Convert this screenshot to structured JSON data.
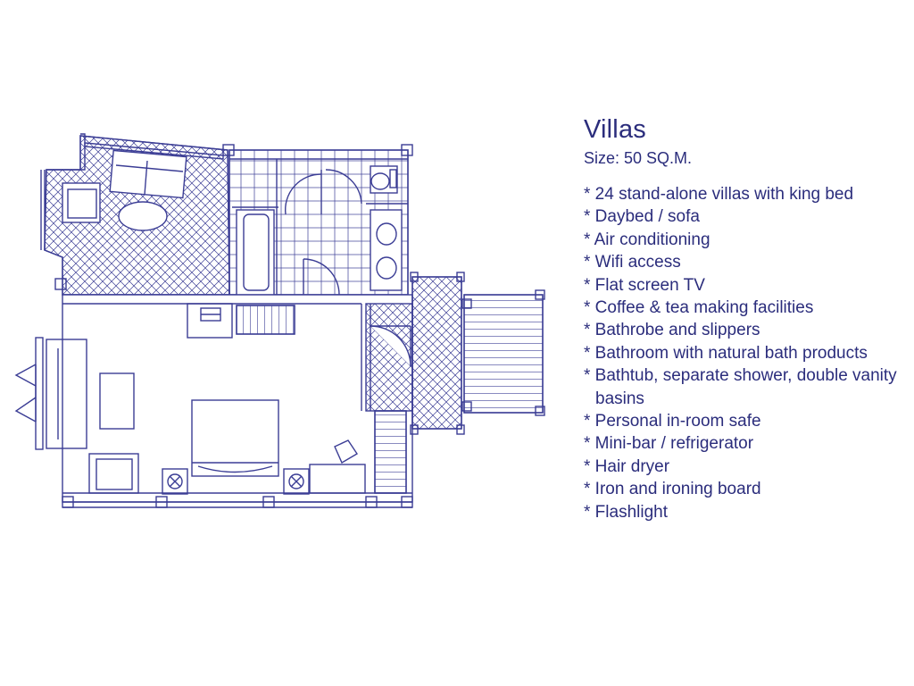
{
  "villa": {
    "title": "Villas",
    "size": "Size: 50 SQ.M.",
    "features": [
      "* 24 stand-alone villas with king bed",
      "* Daybed / sofa",
      "* Air conditioning",
      "* Wifi access",
      "* Flat screen TV",
      "* Coffee & tea making facilities",
      "* Bathrobe and slippers",
      "* Bathroom with natural bath products",
      "* Bathtub, separate shower, double vanity basins",
      "* Personal in-room safe",
      "* Mini-bar / refrigerator",
      "* Hair dryer",
      "* Iron and ironing board",
      "* Flashlight"
    ]
  },
  "colors": {
    "line": "#3b3d95",
    "text": "#2b2d7c",
    "background": "#ffffff"
  }
}
